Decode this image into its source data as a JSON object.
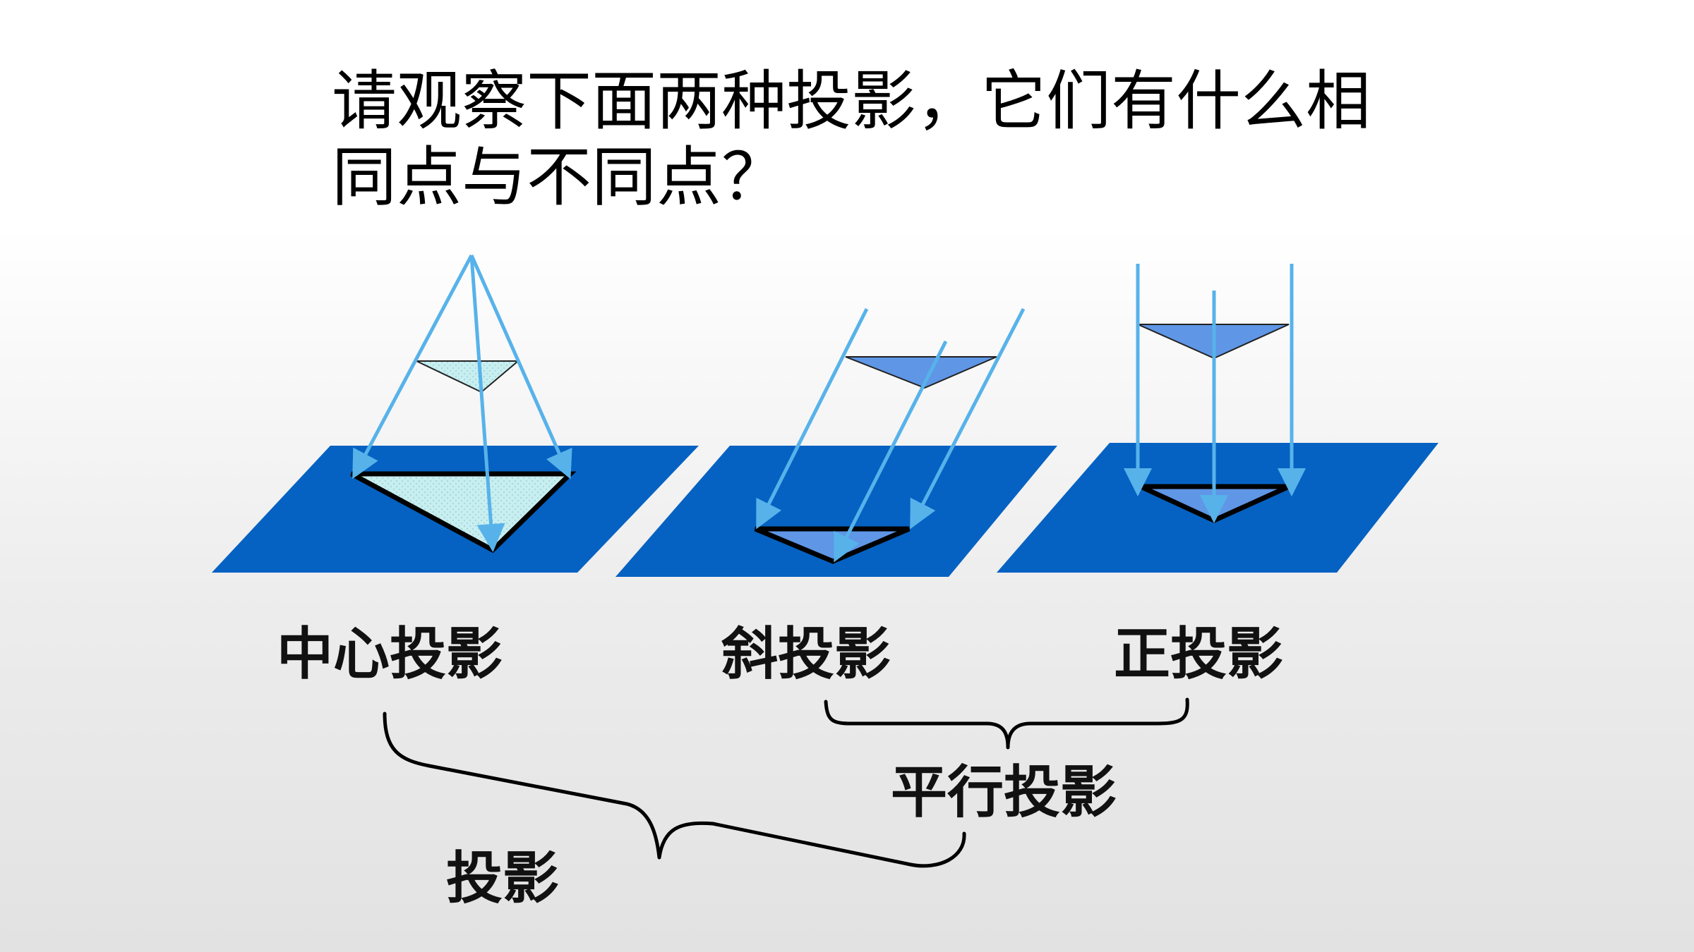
{
  "title": {
    "line1": "请观察下面两种投影，它们有什么相",
    "line2": "同点与不同点？"
  },
  "labels": {
    "central": "中心投影",
    "oblique": "斜投影",
    "orthographic": "正投影",
    "parallel": "平行投影",
    "projection": "投影"
  },
  "colors": {
    "plane": "#0562c2",
    "ray": "#57b2ea",
    "central_triangle": "#c8eef0",
    "parallel_triangle": "#5f96e6",
    "outline": "#000000",
    "brace": "#000000"
  }
}
